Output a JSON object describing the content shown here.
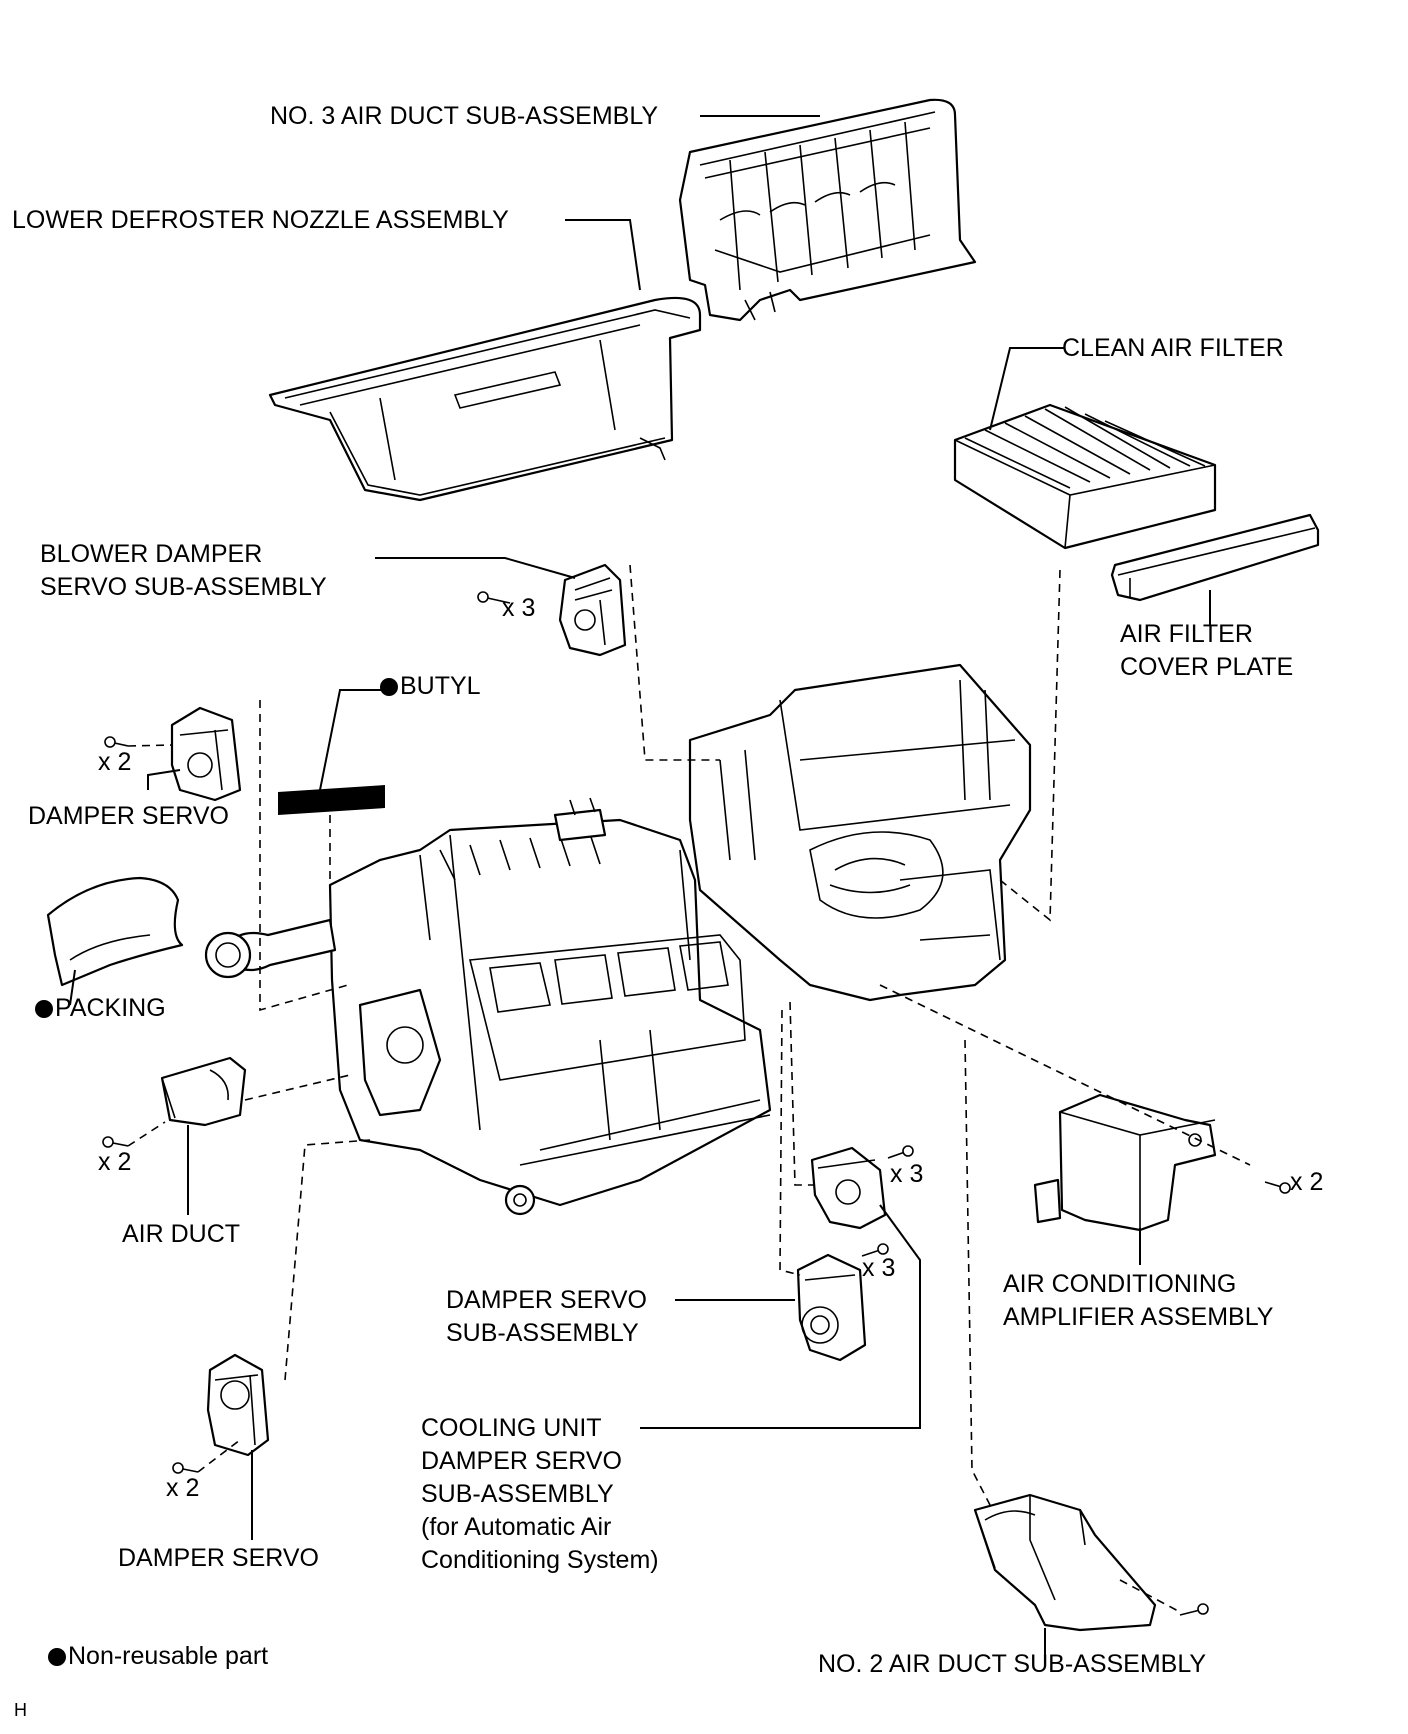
{
  "labels": {
    "no3_air_duct": "NO. 3 AIR DUCT SUB-ASSEMBLY",
    "lower_defroster": "LOWER DEFROSTER NOZZLE ASSEMBLY",
    "clean_air_filter": "CLEAN AIR FILTER",
    "blower_damper_servo_1": "BLOWER DAMPER",
    "blower_damper_servo_2": "SERVO SUB-ASSEMBLY",
    "air_filter_cover_1": "AIR FILTER",
    "air_filter_cover_2": "COVER PLATE",
    "butyl": "BUTYL",
    "damper_servo_upper": "DAMPER SERVO",
    "packing": "PACKING",
    "air_duct": "AIR DUCT",
    "damper_servo_sub_1": "DAMPER SERVO",
    "damper_servo_sub_2": "SUB-ASSEMBLY",
    "ac_amplifier_1": "AIR CONDITIONING",
    "ac_amplifier_2": "AMPLIFIER ASSEMBLY",
    "cooling_unit_1": "COOLING UNIT",
    "cooling_unit_2": "DAMPER SERVO",
    "cooling_unit_3": "SUB-ASSEMBLY",
    "cooling_unit_4": "(for Automatic Air",
    "cooling_unit_5": "Conditioning System)",
    "damper_servo_lower": "DAMPER SERVO",
    "no2_air_duct": "NO. 2 AIR DUCT SUB-ASSEMBLY",
    "legend": "Non-reusable part",
    "corner_mark": "H"
  },
  "counts": {
    "blower_servo_screws": "x 3",
    "upper_servo_screws": "x 2",
    "air_duct_screws": "x 2",
    "cooling_servo_screws": "x 3",
    "sub_servo_screws": "x 3",
    "amplifier_screws": "x 2",
    "lower_servo_screws": "x 2"
  }
}
